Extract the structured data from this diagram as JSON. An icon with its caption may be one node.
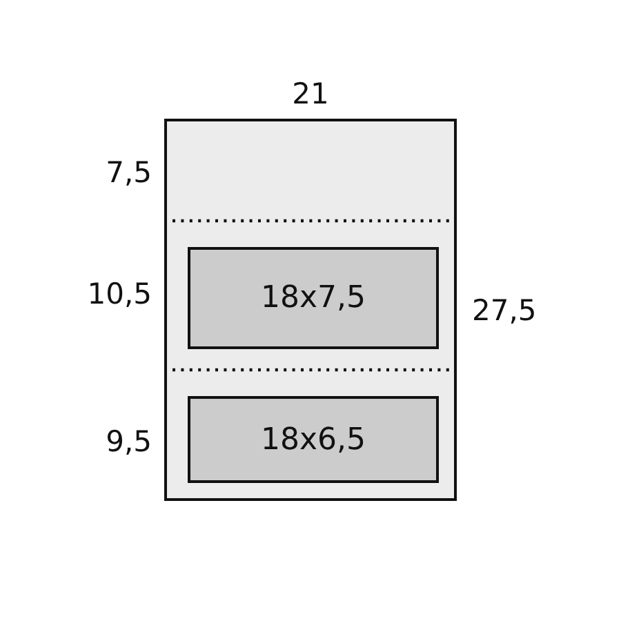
{
  "diagram": {
    "nodes": [
      {
        "text": [],
        "shape": "box"
      },
      {
        "text": [
          "18x7,5"
        ],
        "in": 0
      },
      {
        "text": [
          "18x6,5"
        ],
        "in": 0
      }
    ],
    "edges": [],
    "labels": [
      "21",
      "7,5",
      "10,5",
      "27,5",
      "9,5"
    ]
  }
}
